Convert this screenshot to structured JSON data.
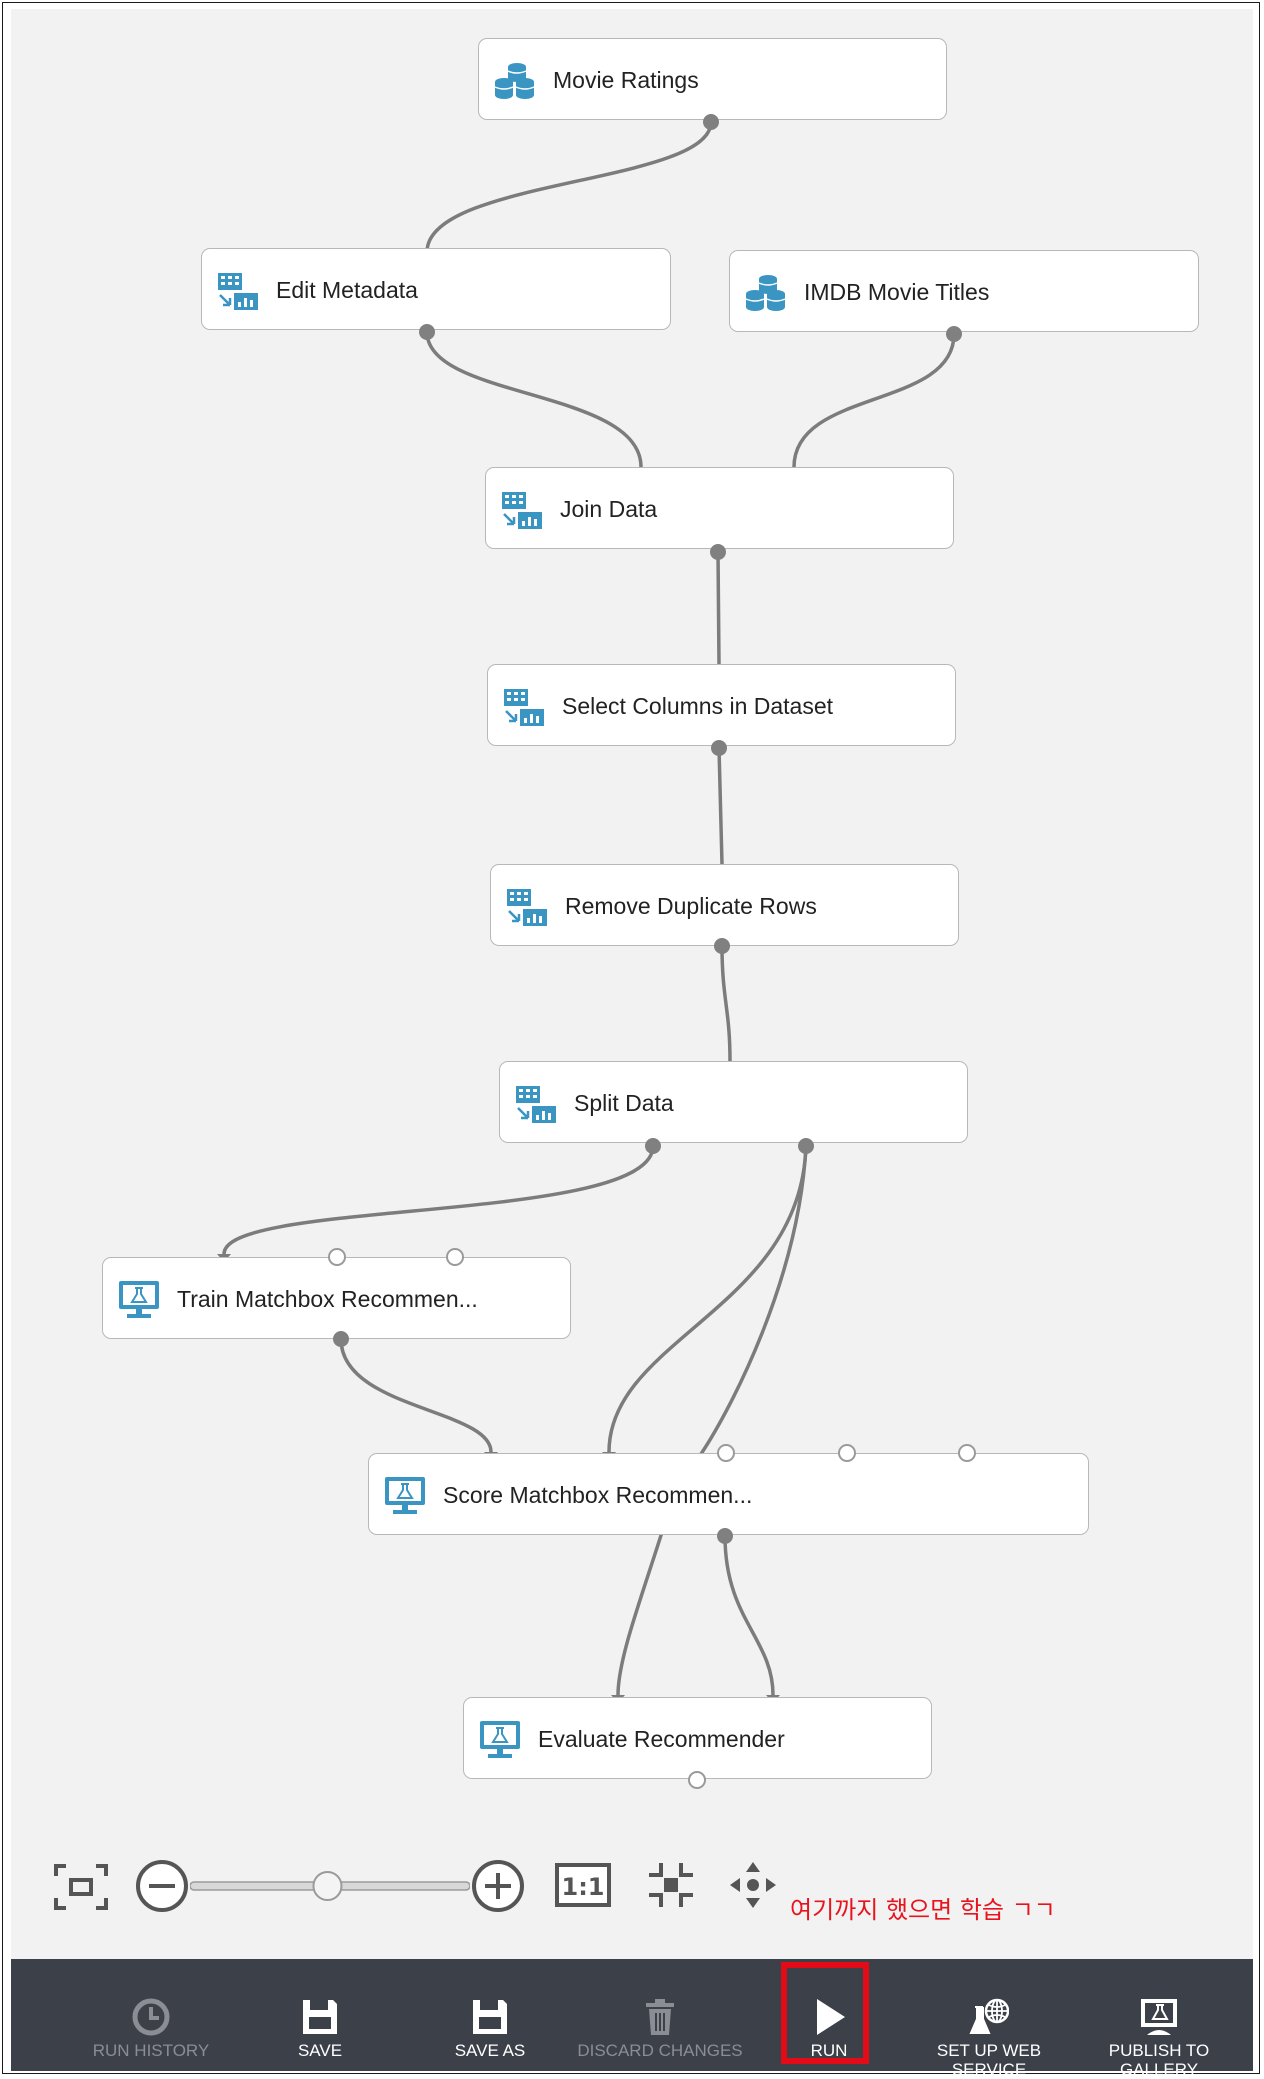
{
  "modules": {
    "movie_ratings": "Movie Ratings",
    "edit_metadata": "Edit Metadata",
    "imdb_movie_titles": "IMDB Movie Titles",
    "join_data": "Join Data",
    "select_columns": "Select Columns in Dataset",
    "remove_duplicates": "Remove Duplicate Rows",
    "split_data": "Split Data",
    "train_matchbox": "Train Matchbox Recommen...",
    "score_matchbox": "Score Matchbox Recommen...",
    "evaluate": "Evaluate Recommender"
  },
  "zoom": {
    "level": 0.49
  },
  "annotation": "여기까지 했으면 학습 ㄱㄱ",
  "toolbar": {
    "run_history": "RUN HISTORY",
    "save": "SAVE",
    "save_as": "SAVE AS",
    "discard_changes": "DISCARD CHANGES",
    "run": "RUN",
    "set_up_web_service_1": "SET UP WEB",
    "set_up_web_service_2": "SERVICE",
    "publish_1": "PUBLISH TO",
    "publish_2": "GALLERY"
  },
  "colors": {
    "icon_blue": "#3a95c2",
    "toolbar_bg": "#3c4049",
    "canvas_bg": "#f2f2f2",
    "highlight_red": "#e30b17",
    "note_red": "#e8141d"
  }
}
